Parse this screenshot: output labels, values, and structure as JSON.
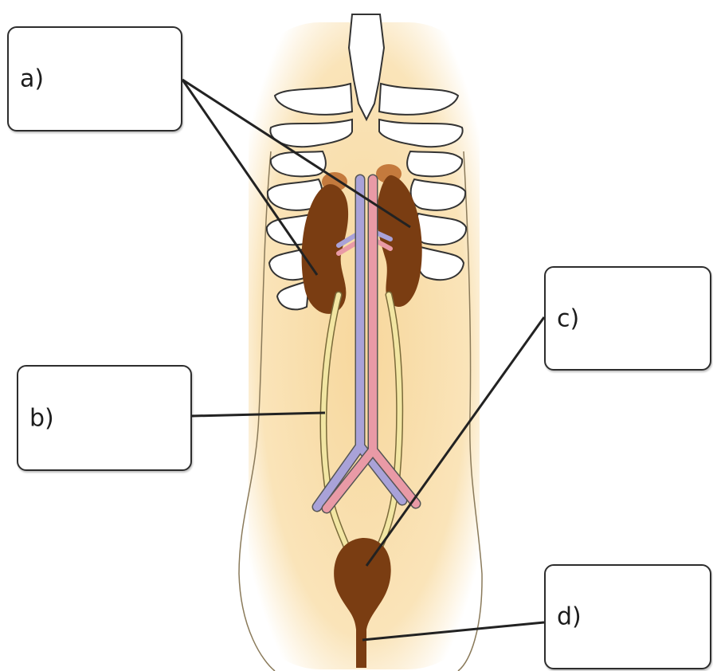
{
  "labels": {
    "a": "a)",
    "b": "b)",
    "c": "c)",
    "d": "d)"
  },
  "colors": {
    "body_skin": "#f7dda8",
    "bone": "#ffffff",
    "kidney": "#7a3d12",
    "ureter": "#f2e6a3",
    "vein": "#a9a2d8",
    "artery": "#e99aa6",
    "bladder": "#7a3d12",
    "leader_line": "#222222"
  }
}
